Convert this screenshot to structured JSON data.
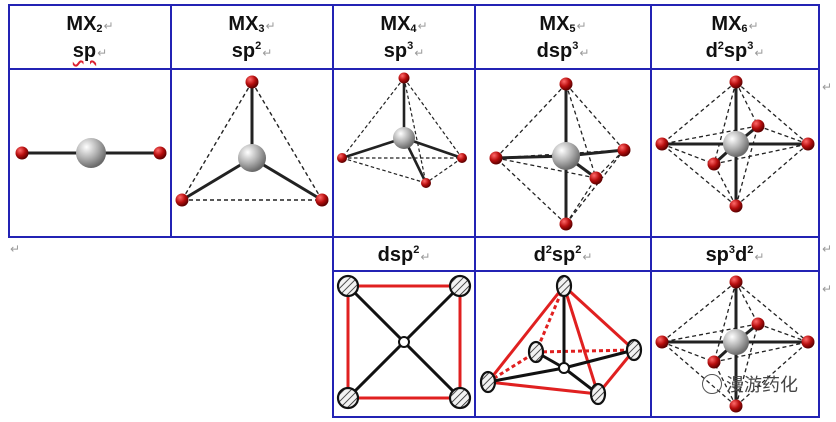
{
  "headers": [
    {
      "formula": "MX",
      "sub": "2",
      "hyb": "sp",
      "hyb_sup": ""
    },
    {
      "formula": "MX",
      "sub": "3",
      "hyb": "sp",
      "hyb_sup": "2"
    },
    {
      "formula": "MX",
      "sub": "4",
      "hyb": "sp",
      "hyb_sup": "3"
    },
    {
      "formula": "MX",
      "sub": "5",
      "hyb": "dsp",
      "hyb_sup": "3"
    },
    {
      "formula": "MX",
      "sub": "6",
      "hyb_pre": "d",
      "hyb_pre_sup": "2",
      "hyb": "sp",
      "hyb_sup": "3"
    }
  ],
  "lower_headers": [
    {
      "hyb": "dsp",
      "hyb_sup": "2"
    },
    {
      "hyb_pre": "d",
      "hyb_pre_sup": "2",
      "hyb": "sp",
      "hyb_sup": "2"
    },
    {
      "hyb": "sp",
      "hyb_sup": "3",
      "hyb_post": "d",
      "hyb_post_sup": "2"
    }
  ],
  "return_mark": "↵",
  "watermark": {
    "text": "漫游药化"
  },
  "colors": {
    "border": "#2323b4",
    "ligand": "#b30d0d",
    "center": "#9a9a9a",
    "red_edge": "#e02020"
  }
}
